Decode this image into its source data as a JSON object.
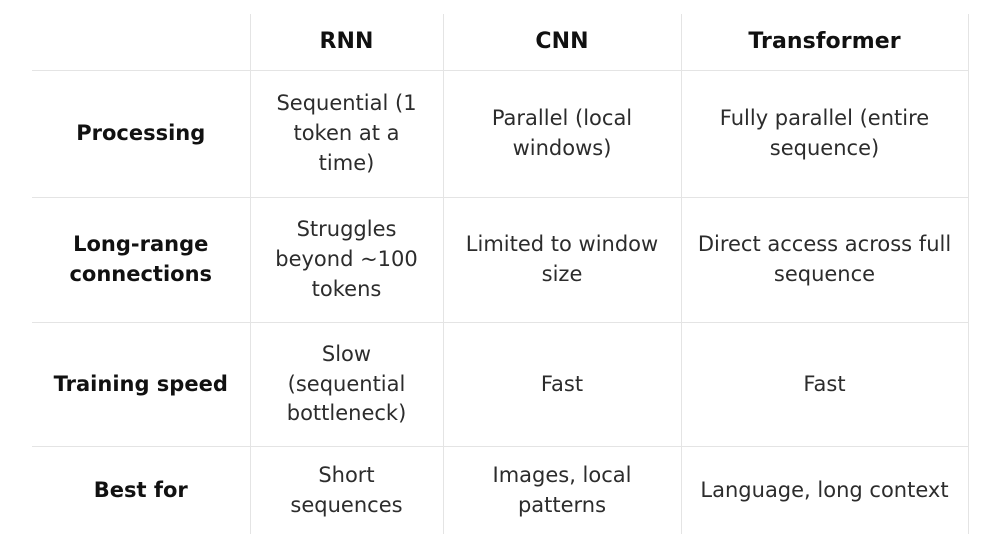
{
  "table": {
    "columns": [
      {
        "key": "label",
        "label": ""
      },
      {
        "key": "rnn",
        "label": "RNN"
      },
      {
        "key": "cnn",
        "label": "CNN"
      },
      {
        "key": "transformer",
        "label": "Transformer"
      }
    ],
    "rows": [
      {
        "label": "Processing",
        "rnn": "Sequential (1 token at a time)",
        "cnn": "Parallel (local windows)",
        "transformer": "Fully parallel (entire sequence)"
      },
      {
        "label": "Long-range connections",
        "rnn": "Struggles beyond ~100 tokens",
        "cnn": "Limited to window size",
        "transformer": "Direct access across full sequence"
      },
      {
        "label": "Training speed",
        "rnn": "Slow (sequential bottleneck)",
        "cnn": "Fast",
        "transformer": "Fast"
      },
      {
        "label": "Best for",
        "rnn": "Short sequences",
        "cnn": "Images, local patterns",
        "transformer": "Language, long context"
      }
    ]
  },
  "colors": {
    "background": "#ffffff",
    "border": "#e4e4e4",
    "heading_text": "#111111",
    "body_text": "#2c2c2c"
  }
}
